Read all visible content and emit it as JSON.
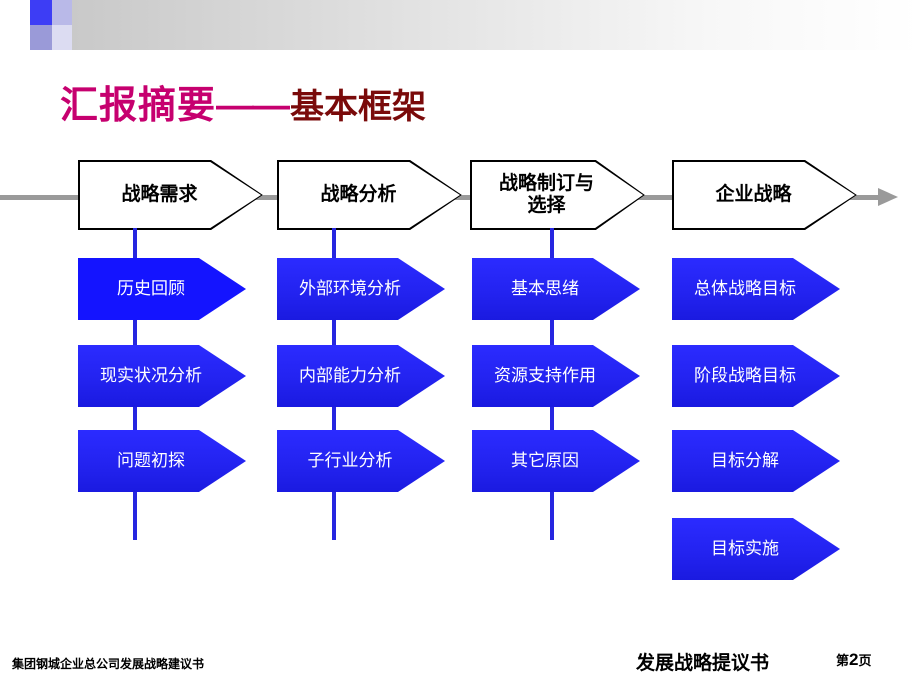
{
  "slide": {
    "title_main": "汇报摘要",
    "title_dash": "——",
    "title_sub": "基本框架"
  },
  "axis": {
    "name": "process-flow-axis"
  },
  "columns": [
    {
      "header": "战略需求",
      "items": [
        "历史回顾",
        "现实状况分析",
        "问题初探"
      ]
    },
    {
      "header": "战略分析",
      "items": [
        "外部环境分析",
        "内部能力分析",
        "子行业分析"
      ]
    },
    {
      "header": "战略制订与\n选择",
      "header_line1": "战略制订与",
      "header_line2": "选择",
      "items": [
        "基本思绪",
        "资源支持作用",
        "其它原因"
      ]
    },
    {
      "header": "企业战略",
      "items": [
        "总体战略目标",
        "阶段战略目标",
        "目标分解",
        "目标实施"
      ]
    }
  ],
  "footer": {
    "left": "集团钢城企业总公司发展战略建议书",
    "right": "发展战略提议书",
    "page_prefix": "第",
    "page_number": "2",
    "page_suffix": "页"
  },
  "colors": {
    "title_accent": "#c6006f",
    "title_secondary": "#7a0a0a",
    "chevron_blue": "#2323f0",
    "axis_gray": "#9a9a9a"
  }
}
